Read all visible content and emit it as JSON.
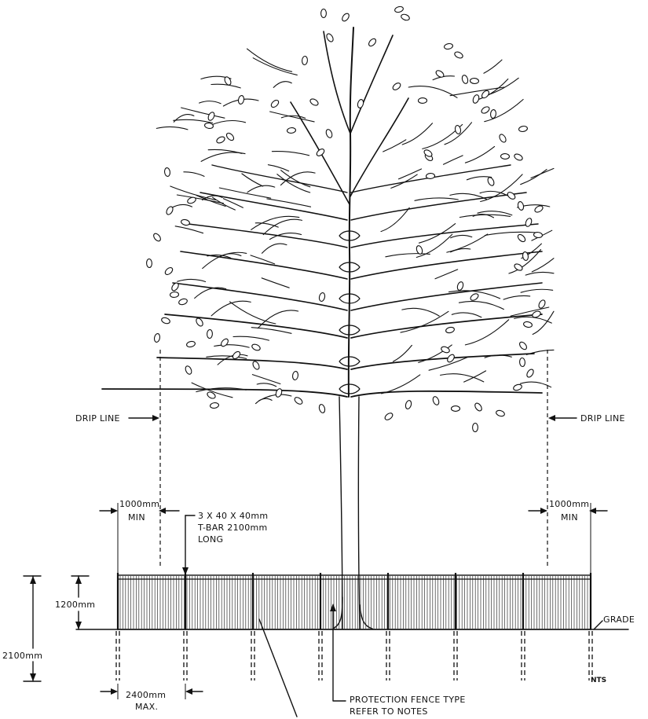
{
  "labels": {
    "drip_line_left": "DRIP LINE",
    "drip_line_right": "DRIP LINE",
    "min_offset_left_value": "1000mm",
    "min_offset_left_unit": "MIN",
    "min_offset_right_value": "1000mm",
    "min_offset_right_unit": "MIN",
    "tbar_line1": "3 X 40 X 40mm",
    "tbar_line2": "T-BAR 2100mm",
    "tbar_line3": "LONG",
    "height_fence": "1200mm",
    "height_total": "2100mm",
    "grade": "GRADE",
    "spacing_value": "2400mm",
    "spacing_unit": "MAX.",
    "fence_line1": "PROTECTION FENCE TYPE",
    "fence_line2": "REFER TO NOTES",
    "nts": "NTS"
  },
  "colors": {
    "ink": "#111111",
    "paper": "#ffffff"
  }
}
